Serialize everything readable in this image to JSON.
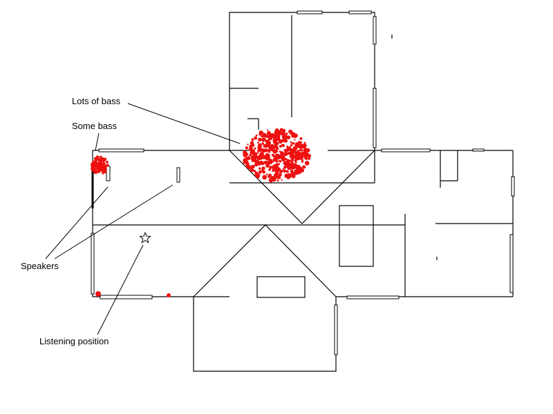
{
  "annotations": {
    "lots_of_bass": "Lots of bass",
    "some_bass": "Some bass",
    "speakers": "Speakers",
    "listening_position": "Listening position"
  },
  "colors": {
    "bass": "#ee1111",
    "lines": "#000000",
    "background": "#ffffff"
  },
  "icons": {
    "listening_position": "star-icon"
  }
}
